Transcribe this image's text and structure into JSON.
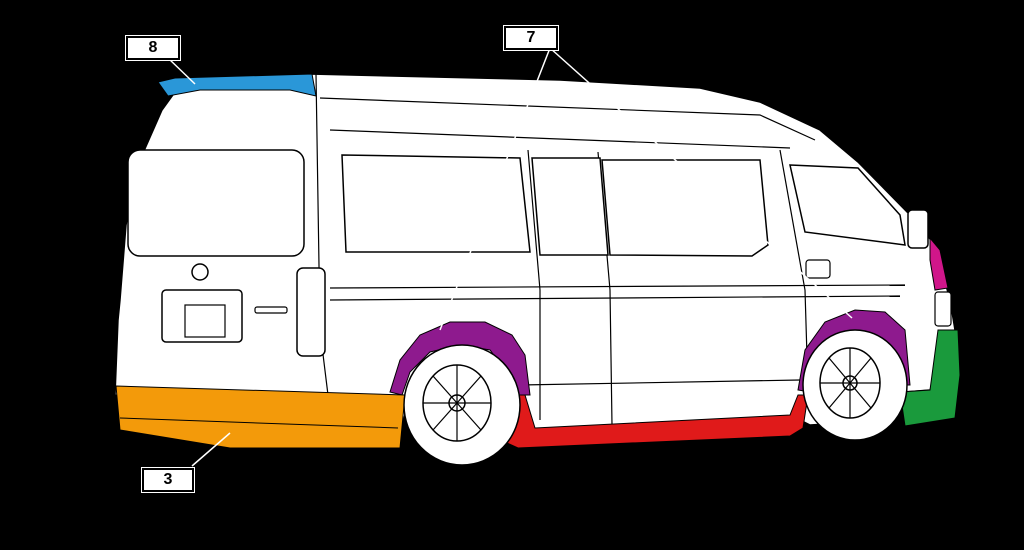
{
  "diagram": {
    "background": "#000000",
    "callouts": [
      {
        "id": "rear-spoiler",
        "number": "8",
        "color": "#2a97d8"
      },
      {
        "id": "over-fenders",
        "number": "7",
        "color": "#8e1a8e"
      },
      {
        "id": "rear-bumper",
        "number": "3",
        "color": "#f39a0a"
      }
    ],
    "parts": {
      "rear_spoiler_color": "#2a97d8",
      "over_fender_color": "#8e1a8e",
      "side_step_color": "#e01a1a",
      "front_bumper_color": "#1a9a3c",
      "front_fender_accent_color": "#d0168a",
      "rear_bumper_color": "#f39a0a",
      "van_body_color": "#ffffff",
      "outline_color": "#000000"
    }
  }
}
